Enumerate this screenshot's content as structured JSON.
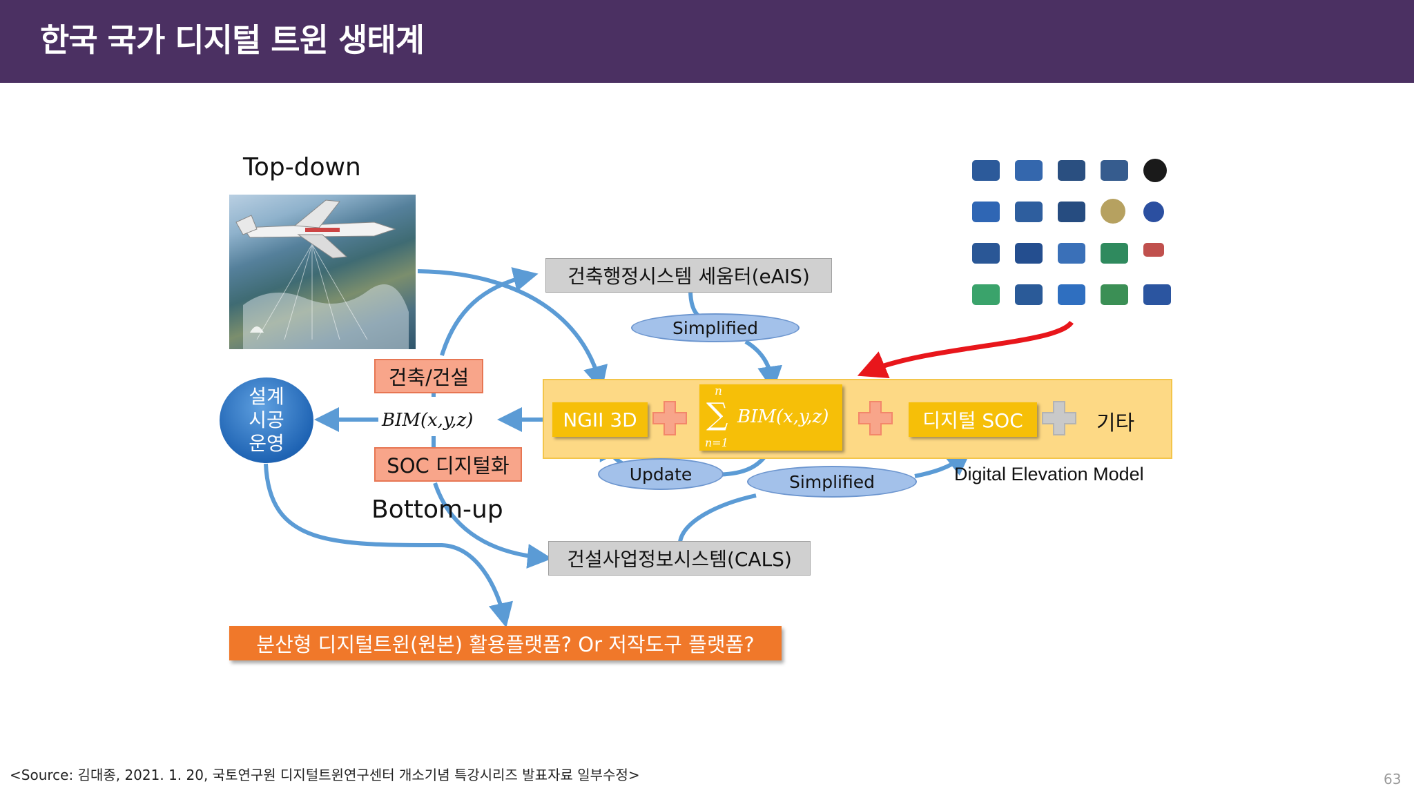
{
  "header": {
    "title": "한국 국가 디지털 트윈 생태계"
  },
  "labels": {
    "top_down": "Top-down",
    "bottom_up": "Bottom-up",
    "dem": "Digital Elevation Model",
    "etc": "기타"
  },
  "circle": {
    "lines": [
      "설계",
      "시공",
      "운영"
    ]
  },
  "boxes": {
    "eais": "건축행정시스템 세움터(eAIS)",
    "cals": "건설사업정보시스템(CALS)",
    "arch": "건축/건설",
    "soc_digital": "SOC 디지털화",
    "ngii": "NGII 3D",
    "digital_soc": "디지털 SOC",
    "platform": "분산형 디지털트윈(원본) 활용플랫폼? Or 저작도구 플랫폼?"
  },
  "math": {
    "bim_center": "BIM(x,y,z)",
    "sum_top": "n",
    "sum_sym": "∑",
    "sum_bottom": "n=1",
    "bim_sum": "BIM(x,y,z)"
  },
  "ovals": {
    "simplified_top": "Simplified",
    "update": "Update",
    "simplified_bottom": "Simplified"
  },
  "footer": {
    "source": "<Source:   김대종, 2021. 1. 20, 국토연구원 디지털트윈연구센터 개소기념 특강시리즈 발표자료 일부수정>",
    "page": "63"
  },
  "colors": {
    "header": "#4b3062",
    "arrow_blue": "#5b9bd5",
    "arrow_red": "#e8161b",
    "yellow": "#f6bf08",
    "band": "#fdd985",
    "orange": "#f0782a",
    "salmon": "#f8a58a",
    "gray_box": "#d0d0d0"
  }
}
